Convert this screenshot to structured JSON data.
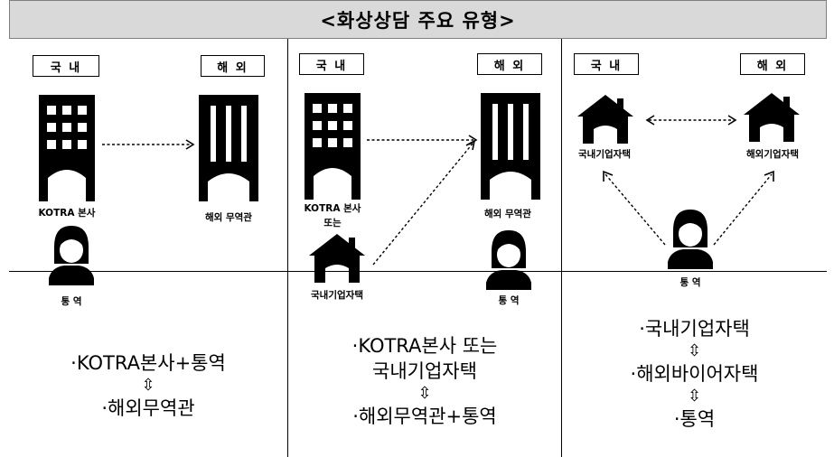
{
  "title": "<화상상담 주요 유형>",
  "type1": {
    "domestic_label": "국 내",
    "overseas_label": "해 외",
    "domestic_caption": "KOTRA 본사",
    "overseas_caption": "해외 무역관",
    "person_caption": "통 역",
    "summary_line1": "·KOTRA본사+통역",
    "summary_arrow": "⇳",
    "summary_line2": "·해외무역관"
  },
  "type2": {
    "domestic_label": "국 내",
    "overseas_label": "해 외",
    "domestic_caption_line1": "KOTRA 본사",
    "domestic_caption_line2": "또는",
    "home_caption": "국내기업자택",
    "overseas_caption": "해외 무역관",
    "person_caption": "통 역",
    "summary_line1": "·KOTRA본사 또는",
    "summary_line2": "국내기업자택",
    "summary_arrow": "⇳",
    "summary_line3": "·해외무역관+통역"
  },
  "type3": {
    "domestic_label": "국 내",
    "overseas_label": "해 외",
    "domestic_caption": "국내기업자택",
    "overseas_caption": "해외기업자택",
    "person_caption": "통 역",
    "summary_line1": "·국내기업자택",
    "summary_arrow1": "⇳",
    "summary_line2": "·해외바이어자택",
    "summary_arrow2": "⇳",
    "summary_line3": "·통역"
  },
  "icons": {
    "office_building": "office-building-icon",
    "trade_office": "trade-office-building-icon",
    "house": "house-icon",
    "person": "person-icon"
  }
}
